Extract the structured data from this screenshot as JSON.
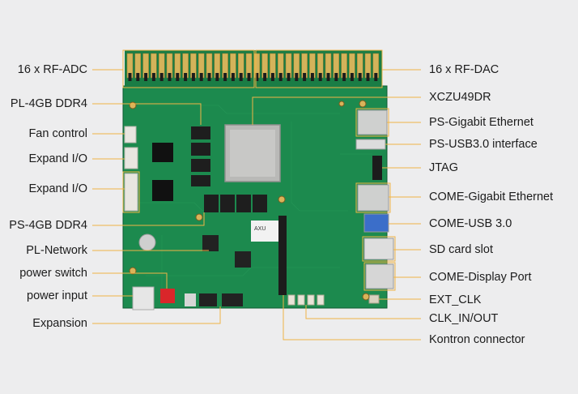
{
  "colors": {
    "background": "#ededee",
    "pcb": "#1c8a4e",
    "pcb_dark": "#136b3a",
    "leader_line": "#f0b445",
    "text": "#1c1c1c"
  },
  "board": {
    "chip_marking": "AXU"
  },
  "labels_left": [
    {
      "id": "rf-adc",
      "text": "16 x RF-ADC"
    },
    {
      "id": "pl-ddr4",
      "text": "PL-4GB DDR4"
    },
    {
      "id": "fan-control",
      "text": "Fan control"
    },
    {
      "id": "expand-io-1",
      "text": "Expand I/O"
    },
    {
      "id": "expand-io-2",
      "text": "Expand I/O"
    },
    {
      "id": "ps-ddr4",
      "text": "PS-4GB DDR4"
    },
    {
      "id": "pl-network",
      "text": "PL-Network"
    },
    {
      "id": "power-switch",
      "text": "power switch"
    },
    {
      "id": "power-input",
      "text": "power input"
    },
    {
      "id": "expansion",
      "text": "Expansion"
    }
  ],
  "labels_right": [
    {
      "id": "rf-dac",
      "text": "16 x RF-DAC"
    },
    {
      "id": "xczu49dr",
      "text": "XCZU49DR"
    },
    {
      "id": "ps-gbe",
      "text": "PS-Gigabit Ethernet"
    },
    {
      "id": "ps-usb3",
      "text": "PS-USB3.0 interface"
    },
    {
      "id": "jtag",
      "text": "JTAG"
    },
    {
      "id": "come-gbe",
      "text": "COME-Gigabit Ethernet"
    },
    {
      "id": "come-usb3",
      "text": "COME-USB 3.0"
    },
    {
      "id": "sd-card",
      "text": "SD card slot"
    },
    {
      "id": "come-dp",
      "text": "COME-Display Port"
    },
    {
      "id": "ext-clk",
      "text": "EXT_CLK"
    },
    {
      "id": "clk-in-out",
      "text": "CLK_IN/OUT"
    },
    {
      "id": "kontron",
      "text": "Kontron connector"
    }
  ]
}
